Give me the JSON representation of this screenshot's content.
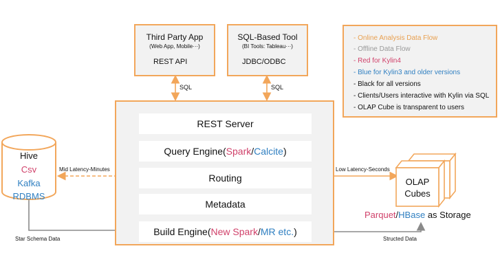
{
  "third_party": {
    "title": "Third Party App",
    "subtitle": "(Web App, Mobile···)",
    "api": "REST API"
  },
  "sql_tool": {
    "title": "SQL-Based Tool",
    "subtitle": "(BI Tools: Tableau···)",
    "api": "JDBC/ODBC"
  },
  "sql_labels": {
    "left": "SQL",
    "right": "SQL"
  },
  "legend": {
    "online": "- Online Analysis Data Flow",
    "offline": "- Offline Data Flow",
    "red": "- Red for Kylin4",
    "blue": "- Blue for Kylin3 and older versions",
    "black": "- Black for all versions",
    "clients": "- Clients/Users interactive with Kylin via SQL",
    "cube": "- OLAP Cube is transparent to users"
  },
  "kylin": {
    "rest_server": "REST Server",
    "query_engine": {
      "prefix": "Query Engine(",
      "spark": "Spark",
      "slash": "/",
      "calcite": "Calcite",
      "suffix": ")"
    },
    "routing": "Routing",
    "metadata": "Metadata",
    "build_engine": {
      "prefix": "Build Engine(",
      "new_spark": "New Spark",
      "slash": "/",
      "mr": "MR etc.",
      "suffix": ")"
    }
  },
  "hive": {
    "hive": "Hive",
    "csv": "Csv",
    "kafka": "Kafka",
    "rdbms": "RDBMS"
  },
  "edges": {
    "mid_latency": "Mid Latency-Minutes",
    "low_latency": "Low Latency-Seconds",
    "star_schema": "Star Schema Data",
    "structed": "Structed Data"
  },
  "cube": {
    "line1": "OLAP",
    "line2": "Cubes"
  },
  "storage": {
    "parquet": "Parquet",
    "slash": "/",
    "hbase": "HBase",
    "suffix": " as Storage"
  },
  "colors": {
    "orange": "#f2a65a",
    "gray": "#9a9a9a",
    "red": "#d0416a",
    "blue": "#2f7fc1"
  }
}
